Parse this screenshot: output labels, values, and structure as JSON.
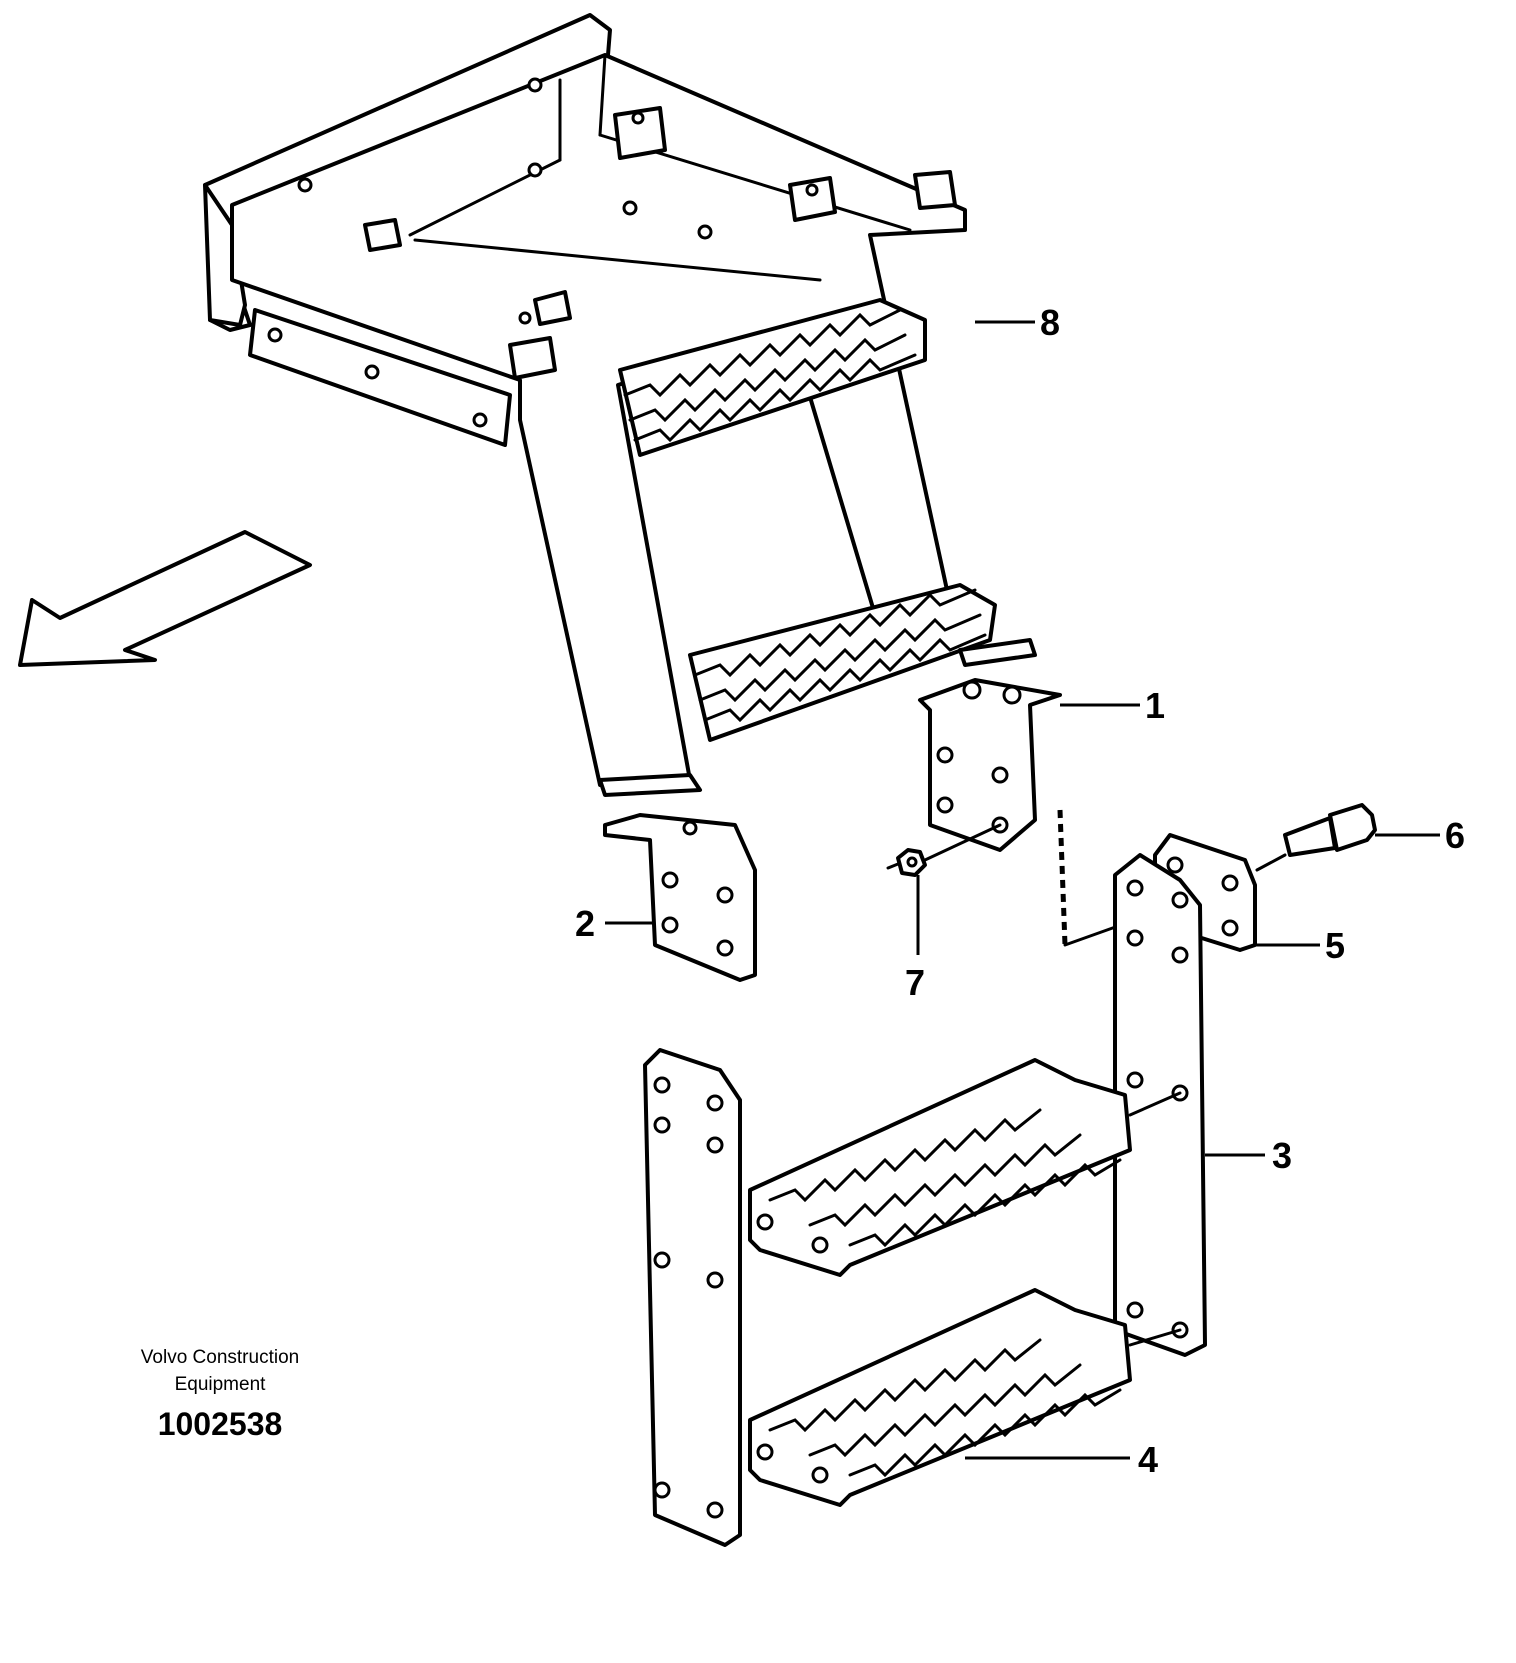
{
  "credit": {
    "line1": "Volvo Construction",
    "line2": "Equipment",
    "number": "1002538"
  },
  "callouts": {
    "c1": "1",
    "c2": "2",
    "c3": "3",
    "c4": "4",
    "c5": "5",
    "c6": "6",
    "c7": "7",
    "c8": "8"
  },
  "arrow_icon": "direction-arrow-icon"
}
